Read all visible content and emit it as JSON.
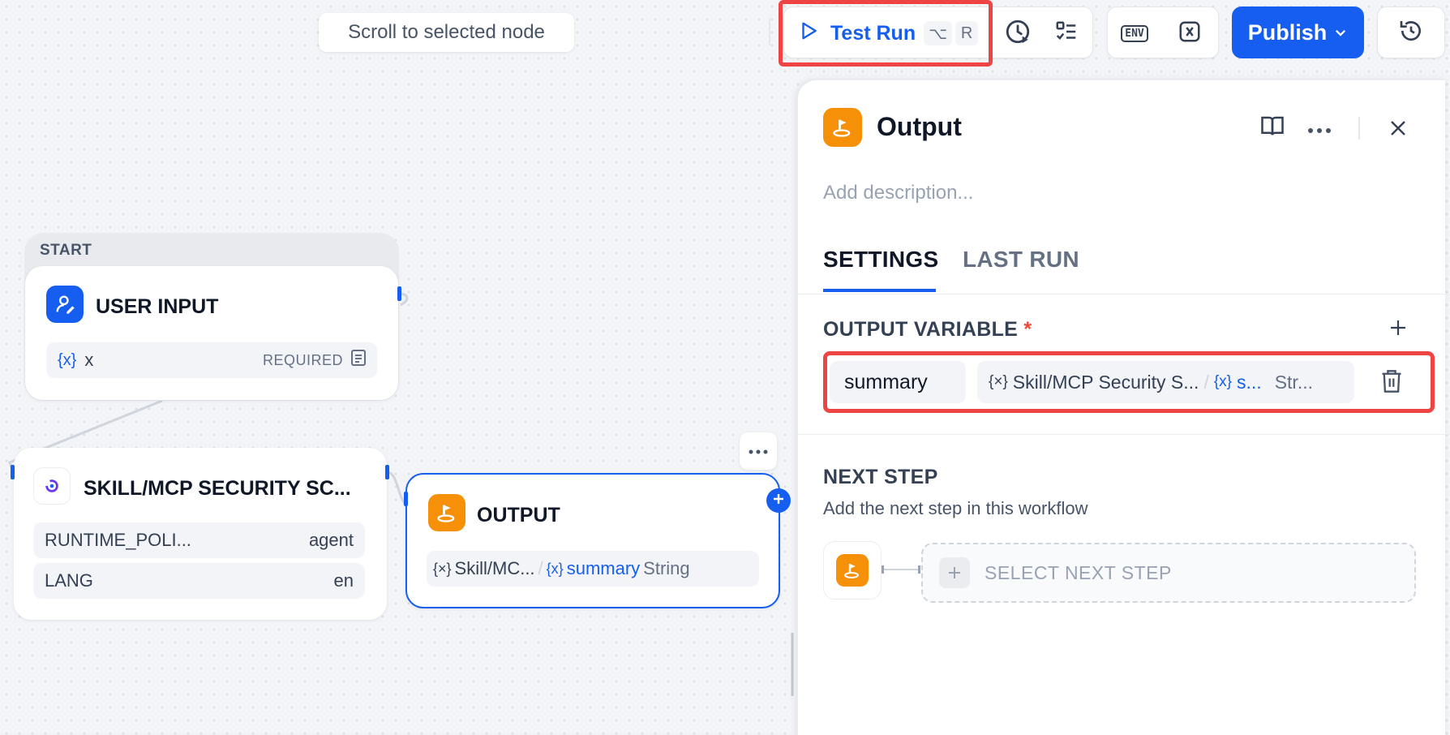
{
  "toolbar": {
    "scroll_label": "Scroll to selected node",
    "test_run_label": "Test Run",
    "shortcut_alt": "⌥",
    "shortcut_key": "R",
    "env_label": "ENV",
    "publish_label": "Publish"
  },
  "canvas": {
    "start_label": "START",
    "user_input": {
      "title": "USER INPUT",
      "var_icon": "{x}",
      "var_name": "x",
      "var_required": "REQUIRED"
    },
    "skill_node": {
      "title": "SKILL/MCP SECURITY SC...",
      "rows": [
        {
          "key": "RUNTIME_POLI...",
          "value": "agent"
        },
        {
          "key": "LANG",
          "value": "en"
        }
      ]
    },
    "output_node": {
      "title": "OUTPUT",
      "ref_source": "Skill/MC...",
      "ref_sep": "/",
      "ref_var": "summary",
      "ref_type": "String"
    }
  },
  "panel": {
    "title": "Output",
    "description_placeholder": "Add description...",
    "tabs": [
      "SETTINGS",
      "LAST RUN"
    ],
    "active_tab": "SETTINGS",
    "output_variable_title": "OUTPUT VARIABLE",
    "required_mark": "*",
    "variable": {
      "name": "summary",
      "source": "Skill/MCP Security S...",
      "sep": "/",
      "var": "s...",
      "type": "Str..."
    },
    "next_step_title": "NEXT STEP",
    "next_step_desc": "Add the next step in this workflow",
    "select_next_step": "SELECT NEXT STEP"
  },
  "colors": {
    "accent": "#155eef",
    "output_orange": "#f79009",
    "highlight_red": "#ef4444"
  }
}
